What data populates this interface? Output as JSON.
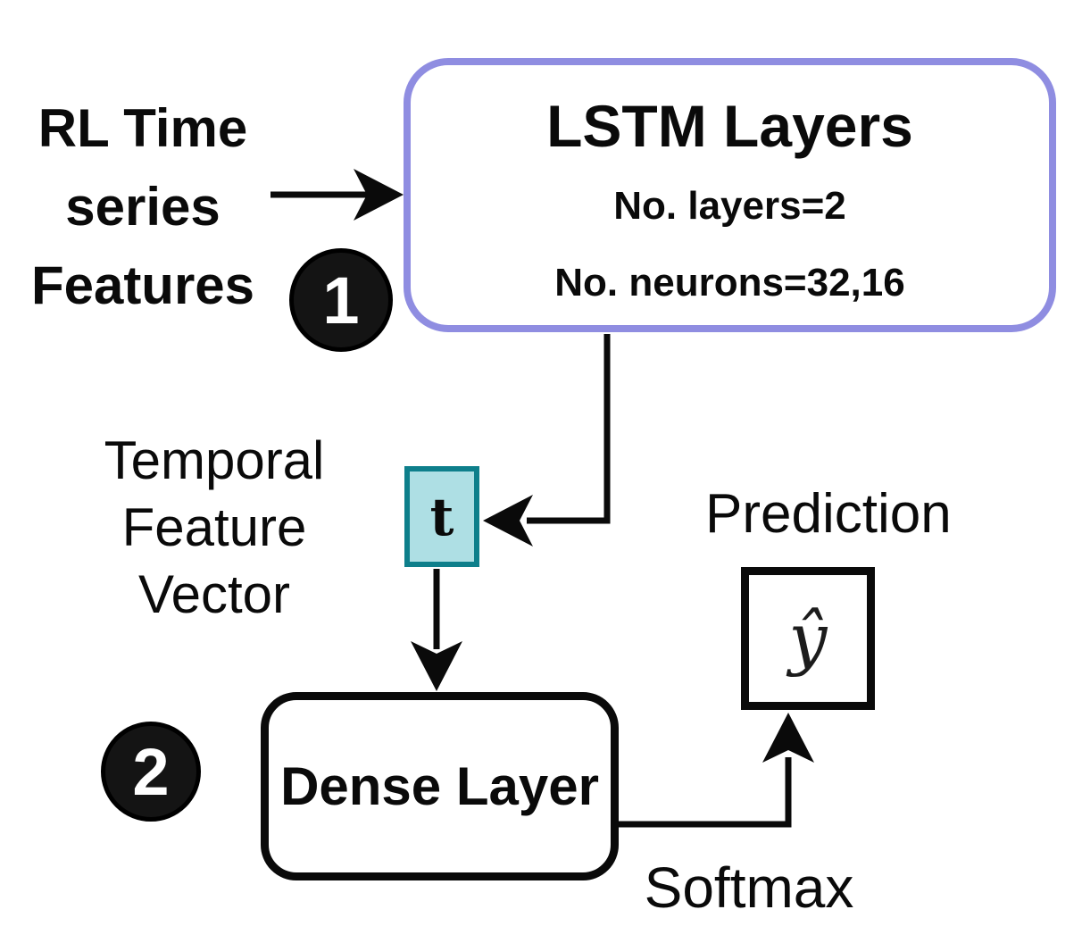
{
  "diagram": {
    "input_label": {
      "lines": [
        "RL Time",
        "series",
        "Features"
      ]
    },
    "steps": [
      {
        "number": "1"
      },
      {
        "number": "2"
      }
    ],
    "lstm_box": {
      "title": "LSTM Layers",
      "layers_detail": "No. layers=2",
      "neurons_detail": "No. neurons=32,16"
    },
    "temporal_label": {
      "lines": [
        "Temporal",
        "Feature",
        "Vector"
      ]
    },
    "t_box": {
      "label": "t"
    },
    "dense_box": {
      "label": "Dense Layer"
    },
    "yhat_box": {
      "label": "ŷ"
    },
    "prediction_label": "Prediction",
    "softmax_label": "Softmax",
    "colors": {
      "lstm_border": "#8F8DE1",
      "t_border": "#0E7F8B",
      "t_fill": "#AEDFE4",
      "badge_fill": "#141414",
      "line": "#0A0A0A",
      "background": "#FFFFFF"
    }
  }
}
